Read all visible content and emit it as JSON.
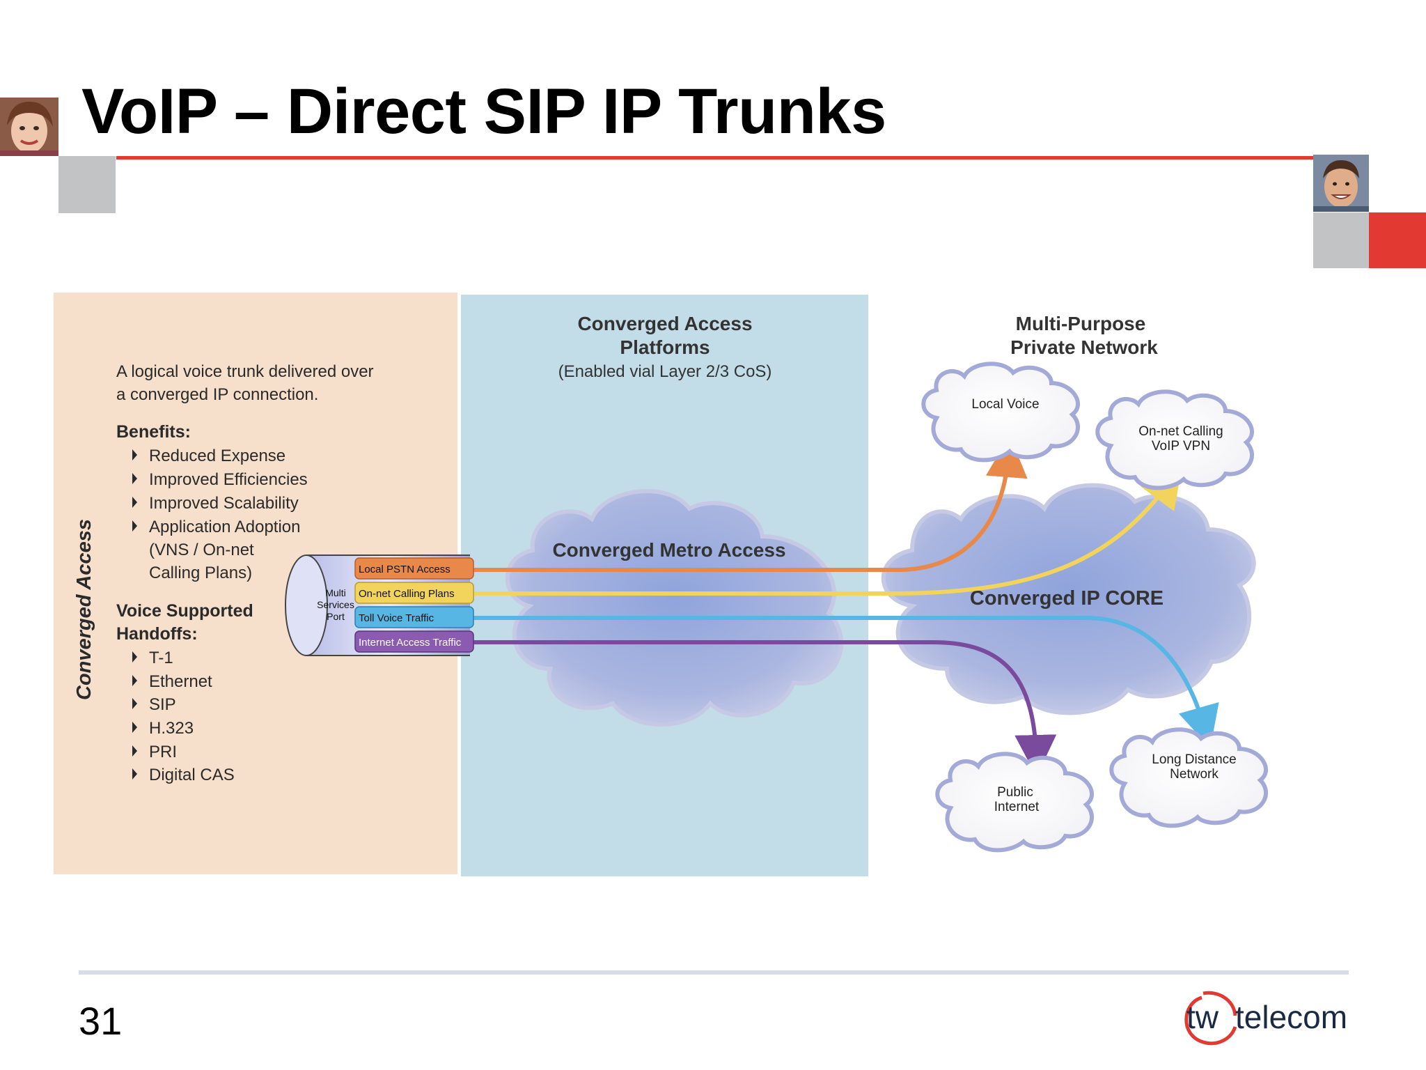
{
  "slide": {
    "title": "VoIP – Direct SIP IP Trunks",
    "number": "31"
  },
  "brand": {
    "logo_prefix": "tw",
    "logo_suffix": "telecom",
    "accent_color": "#e23a33"
  },
  "panels": {
    "access": {
      "vertical_label": "Converged Access",
      "description_line1": "A logical voice trunk delivered over",
      "description_line2": "a converged IP connection.",
      "benefits_heading": "Benefits:",
      "benefits": [
        "Reduced Expense",
        "Improved Efficiencies",
        "Improved Scalability",
        "Application Adoption",
        "(VNS / On-net",
        "Calling Plans)"
      ],
      "handoffs_heading_line1": "Voice Supported",
      "handoffs_heading_line2": "Handoffs:",
      "handoffs": [
        "T-1",
        "Ethernet",
        "SIP",
        "H.323",
        "PRI",
        "Digital CAS"
      ],
      "color": "#f6dfcb"
    },
    "platforms": {
      "heading_line1": "Converged Access",
      "heading_line2": "Platforms",
      "subheading": "(Enabled vial Layer 2/3 CoS)",
      "cloud_label": "Converged Metro Access",
      "color": "#c2dde8"
    },
    "network": {
      "heading_line1": "Multi-Purpose",
      "heading_line2": "Private Network",
      "core_label": "Converged IP CORE"
    }
  },
  "port": {
    "line1": "Multi",
    "line2": "Services",
    "line3": "Port"
  },
  "streams": [
    {
      "label": "Local PSTN Access",
      "color": "#e8894a"
    },
    {
      "label": "On-net Calling Plans",
      "color": "#f2d45c"
    },
    {
      "label": "Toll Voice Traffic",
      "color": "#57b6e4"
    },
    {
      "label": "Internet Access Traffic",
      "color": "#7a4a9c"
    }
  ],
  "destinations": {
    "local_voice": "Local Voice",
    "onnet_line1": "On-net Calling",
    "onnet_line2": "VoIP VPN",
    "public_line1": "Public",
    "public_line2": "Internet",
    "long_line1": "Long Distance",
    "long_line2": "Network"
  }
}
